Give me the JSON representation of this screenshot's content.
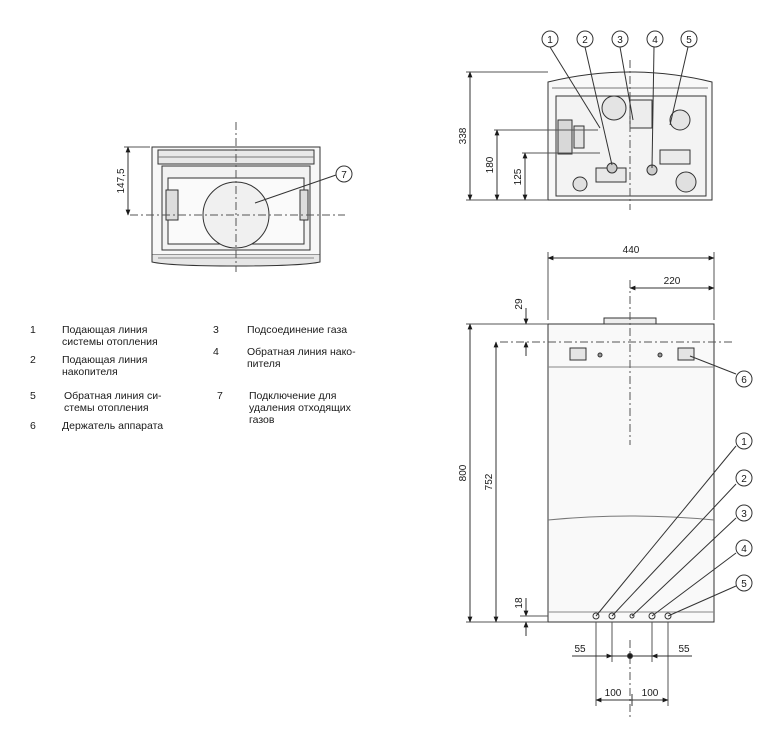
{
  "legend": [
    {
      "num": "1",
      "lines": [
        "Подающая линия",
        "системы отопления"
      ]
    },
    {
      "num": "2",
      "lines": [
        "Подающая линия",
        "накопителя"
      ]
    },
    {
      "num": "3",
      "lines": [
        "Подсоединение газа"
      ]
    },
    {
      "num": "4",
      "lines": [
        "Обратная линия нако-",
        "пителя"
      ]
    },
    {
      "num": "5",
      "lines": [
        "Обратная линия си-",
        "стемы отопления"
      ]
    },
    {
      "num": "6",
      "lines": [
        "Держатель аппарата"
      ]
    },
    {
      "num": "7",
      "lines": [
        "Подключение для",
        "удаления отходящих",
        "газов"
      ]
    }
  ],
  "dimensions": {
    "top_view_depth": "147,5",
    "side_height": "338",
    "side_180": "180",
    "side_125": "125",
    "width": "440",
    "half_width": "220",
    "top_offset": "29",
    "height": "800",
    "holder_height": "752",
    "bottom_offset": "18",
    "spacing_55_left": "55",
    "spacing_55_right": "55",
    "spacing_100_left": "100",
    "spacing_100_right": "100"
  },
  "callouts": {
    "c1": "1",
    "c2": "2",
    "c3": "3",
    "c4": "4",
    "c5": "5",
    "c6": "6",
    "c7": "7",
    "f1": "1",
    "f2": "2",
    "f3": "3",
    "f4": "4",
    "f5": "5"
  }
}
